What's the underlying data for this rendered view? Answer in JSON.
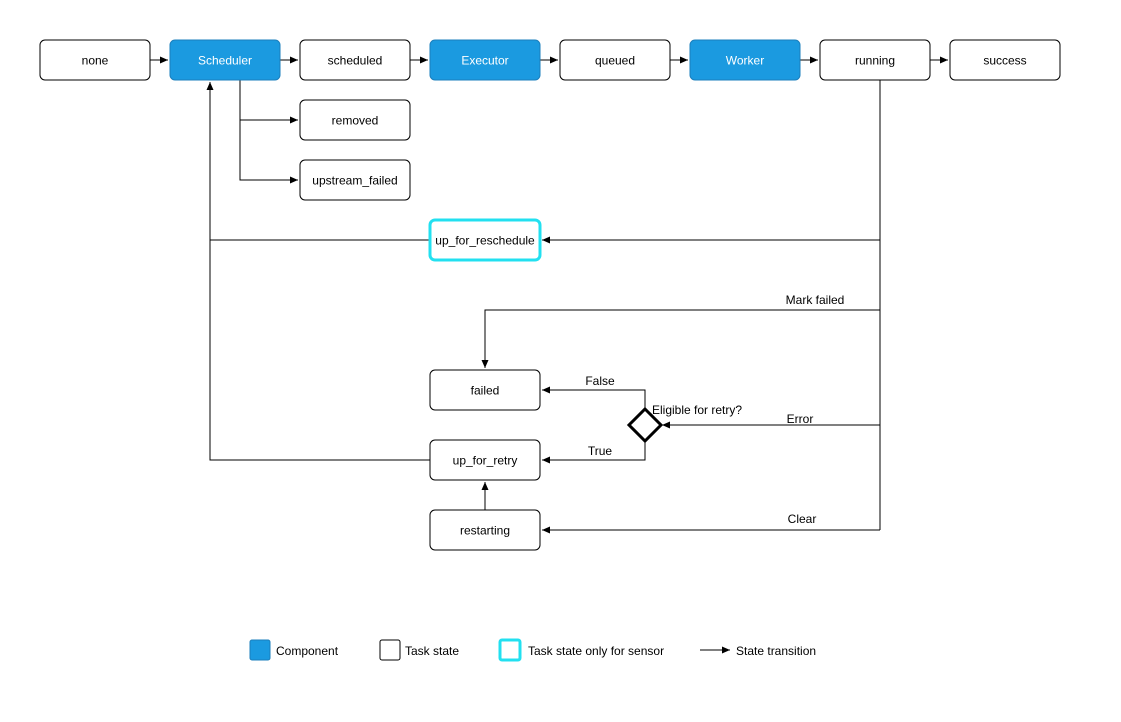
{
  "colors": {
    "component_fill": "#1b9ae0",
    "component_text": "#ffffff",
    "sensor_border": "#22e0f0",
    "stroke": "#000000"
  },
  "nodes": {
    "none": "none",
    "scheduler": "Scheduler",
    "scheduled": "scheduled",
    "executor": "Executor",
    "queued": "queued",
    "worker": "Worker",
    "running": "running",
    "success": "success",
    "removed": "removed",
    "upstream_failed": "upstream_failed",
    "up_for_reschedule": "up_for_reschedule",
    "failed": "failed",
    "up_for_retry": "up_for_retry",
    "restarting": "restarting"
  },
  "decision": {
    "label": "Eligible for retry?"
  },
  "edge_labels": {
    "mark_failed": "Mark failed",
    "error": "Error",
    "false": "False",
    "true": "True",
    "clear": "Clear"
  },
  "legend": {
    "component": "Component",
    "task_state": "Task state",
    "sensor_state": "Task state only for sensor",
    "transition": "State transition"
  }
}
